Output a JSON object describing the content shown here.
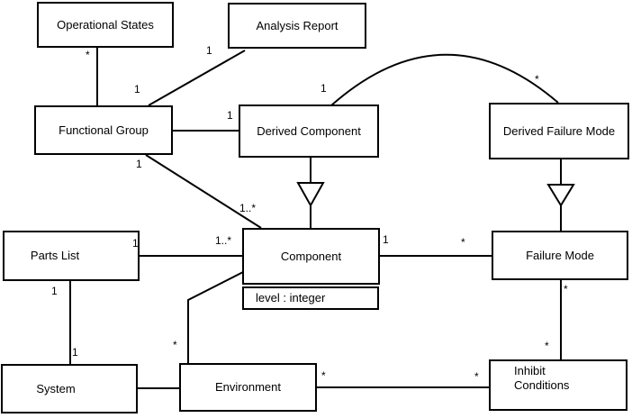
{
  "diagram": {
    "type": "uml-class-diagram",
    "background_color": "#ffffff",
    "line_color": "#000000",
    "text_color": "#000000",
    "classes": [
      {
        "name": "Operational States"
      },
      {
        "name": "Analysis Report"
      },
      {
        "name": "Functional Group"
      },
      {
        "name": "Derived Component"
      },
      {
        "name": "Derived Failure Mode"
      },
      {
        "name": "Parts List"
      },
      {
        "name": "Component",
        "attributes": [
          "level : integer"
        ]
      },
      {
        "name": "Failure Mode"
      },
      {
        "name": "System"
      },
      {
        "name": "Environment"
      },
      {
        "name": "Inhibit Conditions"
      }
    ],
    "relationships": [
      {
        "source": "Operational States",
        "target": "Functional Group",
        "type": "association",
        "source_label": "*",
        "target_label": ""
      },
      {
        "source": "Analysis Report",
        "target": "Functional Group",
        "type": "association",
        "source_label": "1",
        "target_label": "1"
      },
      {
        "source": "Functional Group",
        "target": "Derived Component",
        "type": "association",
        "source_label": "",
        "target_label": "1"
      },
      {
        "source": "Functional Group",
        "target": "Component",
        "type": "association",
        "source_label": "1",
        "target_label": "1..*"
      },
      {
        "source": "Derived Component",
        "target": "Derived Failure Mode",
        "type": "association-arc",
        "source_label": "1",
        "target_label": "*"
      },
      {
        "source": "Derived Component",
        "target": "Component",
        "type": "generalization",
        "source_label": "",
        "target_label": ""
      },
      {
        "source": "Derived Failure Mode",
        "target": "Failure Mode",
        "type": "generalization",
        "source_label": "",
        "target_label": ""
      },
      {
        "source": "Parts List",
        "target": "Component",
        "type": "association",
        "source_label": "1",
        "target_label": "1..*"
      },
      {
        "source": "Parts List",
        "target": "System",
        "type": "association",
        "source_label": "1",
        "target_label": "1"
      },
      {
        "source": "System",
        "target": "Environment",
        "type": "association",
        "source_label": "",
        "target_label": ""
      },
      {
        "source": "Environment",
        "target": "Component",
        "type": "association",
        "source_label": "*",
        "target_label": ""
      },
      {
        "source": "Component",
        "target": "Failure Mode",
        "type": "association",
        "source_label": "1",
        "target_label": "*"
      },
      {
        "source": "Failure Mode",
        "target": "Inhibit Conditions",
        "type": "association",
        "source_label": "*",
        "target_label": "*"
      },
      {
        "source": "Environment",
        "target": "Inhibit Conditions",
        "type": "association",
        "source_label": "*",
        "target_label": "*"
      }
    ]
  }
}
